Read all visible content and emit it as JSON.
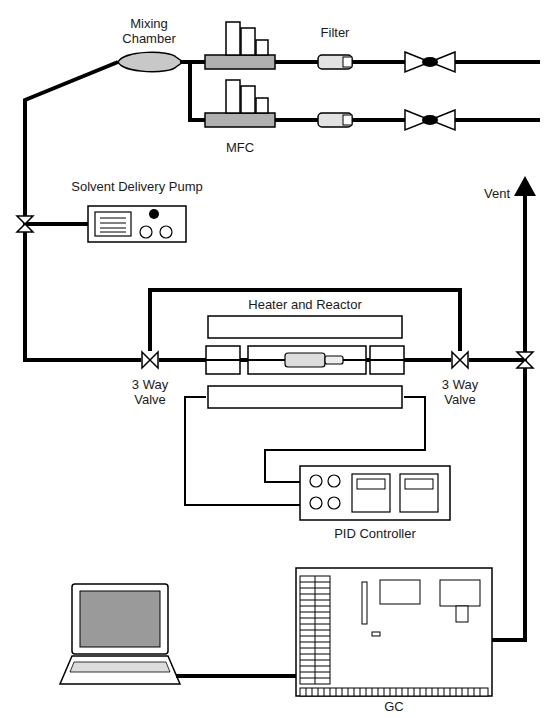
{
  "diagram": {
    "nodes": [
      {
        "text": [
          "Mixing Chamber"
        ]
      },
      {
        "text": [
          "MFC"
        ]
      },
      {
        "text": [
          "Filter"
        ]
      },
      {
        "text": [
          "Solvent Delivery Pump"
        ]
      },
      {
        "text": [
          "Heater and Reactor"
        ]
      },
      {
        "text": [
          "3 Way Valve"
        ]
      },
      {
        "text": [
          "3 Way Valve"
        ]
      },
      {
        "text": [
          "PID Controller"
        ]
      },
      {
        "text": [
          "GC"
        ]
      }
    ],
    "edges": [
      {
        "from": 0,
        "to": 1,
        "arrow": "none"
      },
      {
        "from": 0,
        "to": 5,
        "arrow": "none"
      },
      {
        "from": 3,
        "to": 5,
        "arrow": "none"
      },
      {
        "from": 5,
        "to": 4,
        "arrow": "none"
      },
      {
        "from": 4,
        "to": 6,
        "arrow": "none"
      },
      {
        "from": 5,
        "to": 6,
        "arrow": "none"
      },
      {
        "from": 4,
        "to": 7,
        "arrow": "none"
      },
      {
        "from": 4,
        "to": 7,
        "arrow": "none"
      },
      {
        "from": 6,
        "to": 8,
        "arrow": "none"
      }
    ],
    "labels": [
      "Vent"
    ]
  }
}
